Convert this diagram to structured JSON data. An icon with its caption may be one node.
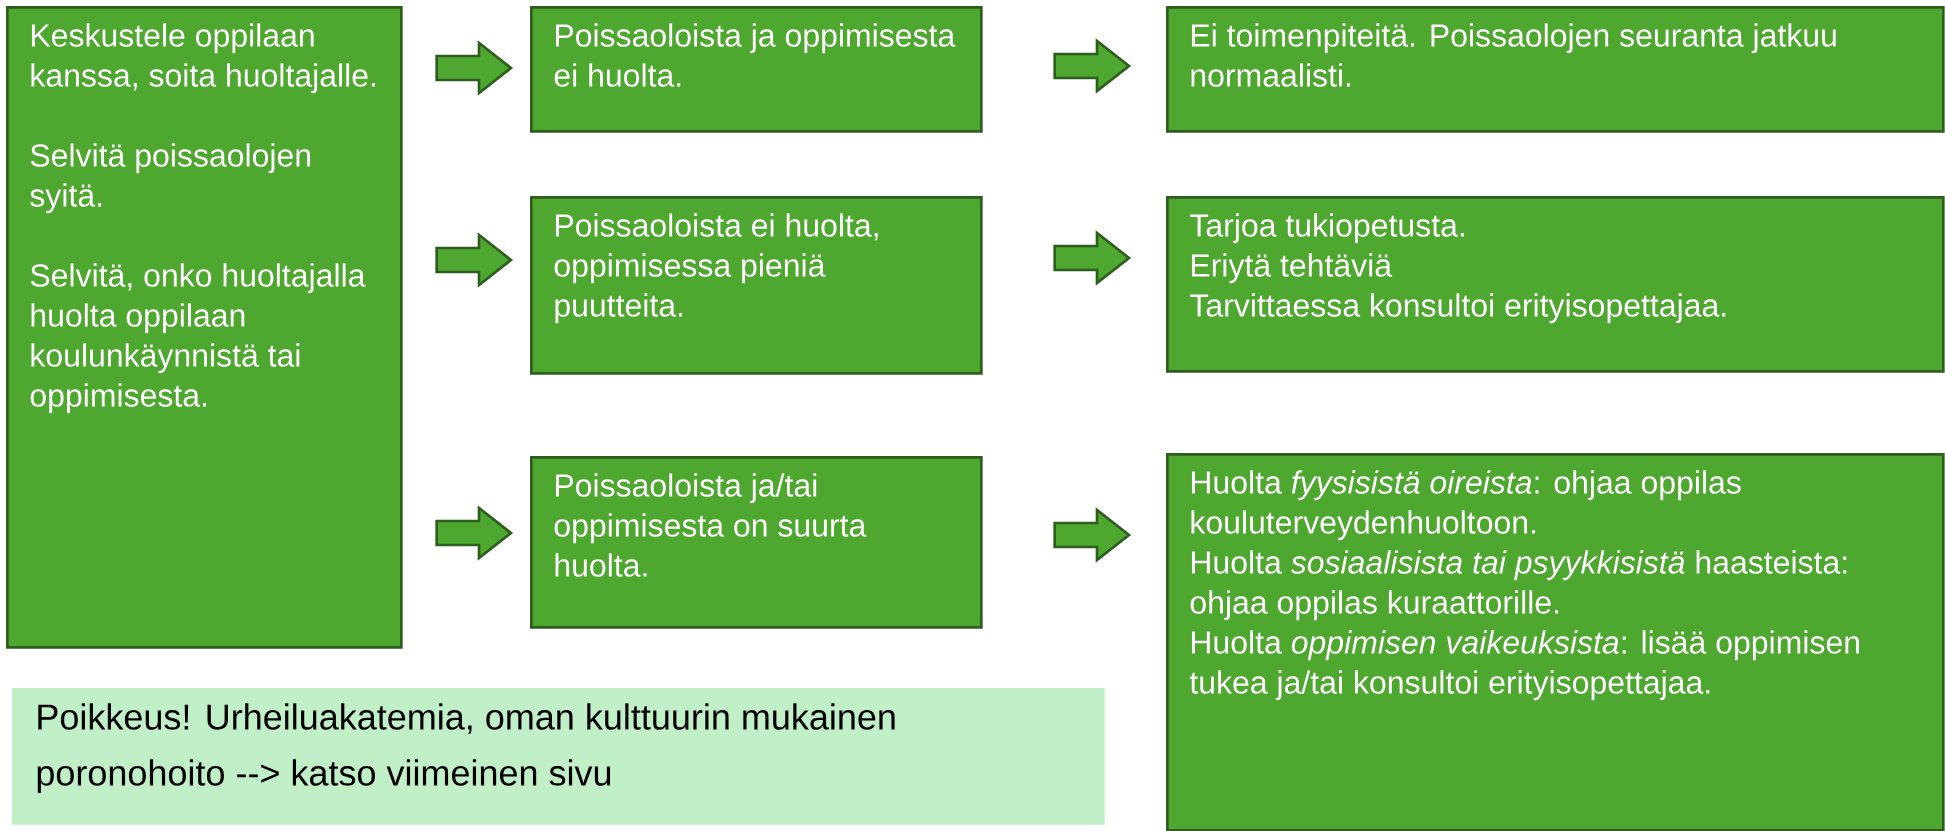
{
  "diagram": {
    "nodes": [
      {
        "text": [
          "Keskustele oppilaan kanssa, soita huoltajalle.",
          "Selvitä poissaolojen syitä.",
          "Selvitä, onko huoltajalla huolta oppilaan koulunkäynnistä tai oppimisesta."
        ]
      },
      {
        "text": [
          "Poissaoloista ja oppimisesta ei huolta."
        ]
      },
      {
        "text": [
          "Poissaoloista ei huolta, oppimisessa pieniä puutteita."
        ]
      },
      {
        "text": [
          "Poissaoloista ja/tai oppimisesta on suurta huolta."
        ]
      },
      {
        "text": [
          "Ei toimenpiteitä. Poissaolojen seuranta jatkuu normaalisti."
        ]
      },
      {
        "text": [
          "Tarjoa tukiopetusta.",
          "Eriytä tehtäviä",
          "Tarvittaessa konsultoi erityisopettajaa."
        ]
      },
      {
        "text": [
          "Huolta *fyysisistä oireista*: ohjaa oppilas kouluterveydenhuoltoon.",
          "Huolta *sosiaalisista tai psyykkisistä* haasteista: ohjaa oppilas kuraattorille.",
          "Huolta *oppimisen vaikeuksista*: lisää oppimisen tukea ja/tai konsultoi erityisopettajaa."
        ]
      },
      {
        "text": [
          "Poikkeus! Urheiluakatemia, oman kulttuurin mukainen poronohoito --> katso viimeinen sivu"
        ]
      }
    ],
    "edges": [
      {
        "from": 0,
        "to": 1,
        "arrow": "to"
      },
      {
        "from": 0,
        "to": 2,
        "arrow": "to"
      },
      {
        "from": 0,
        "to": 3,
        "arrow": "to"
      },
      {
        "from": 1,
        "to": 4,
        "arrow": "to"
      },
      {
        "from": 2,
        "to": 5,
        "arrow": "to"
      },
      {
        "from": 3,
        "to": 6,
        "arrow": "to"
      }
    ]
  }
}
